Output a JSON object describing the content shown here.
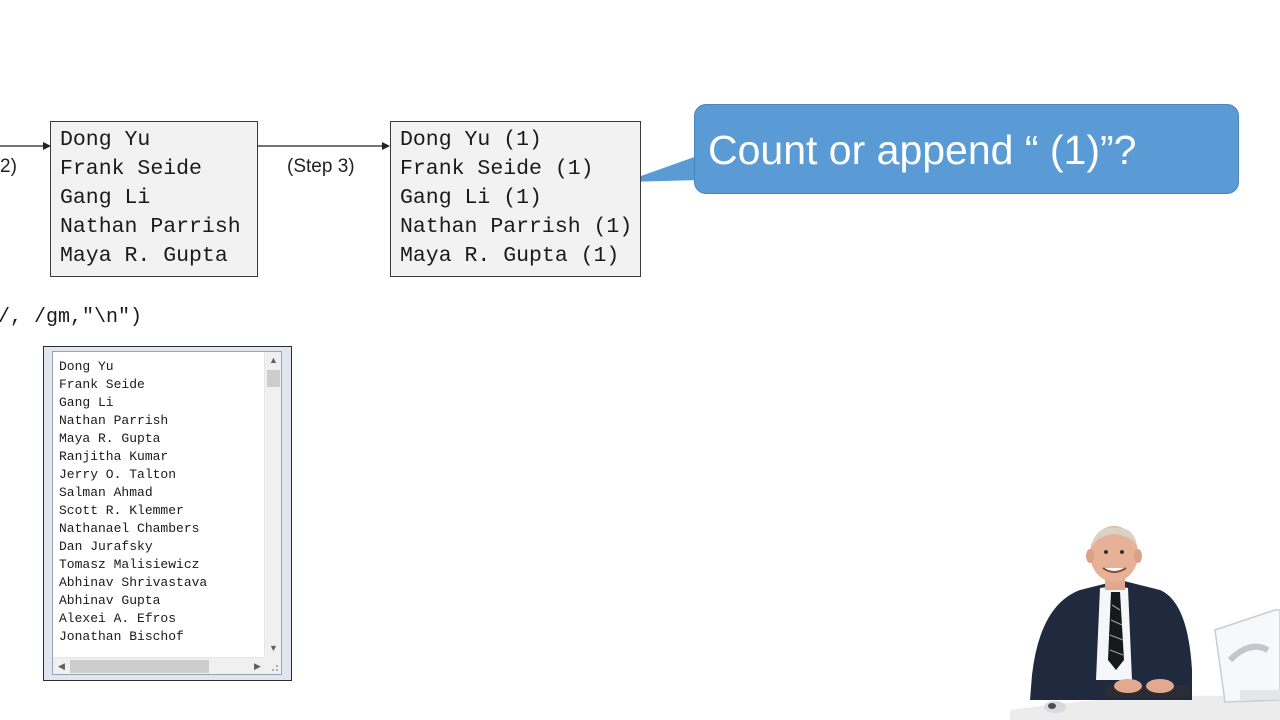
{
  "step2_label": "2)",
  "step3_label": "(Step 3)",
  "box_names": {
    "lines": [
      "Dong Yu",
      "Frank Seide",
      "Gang Li",
      "Nathan Parrish",
      "Maya R. Gupta"
    ]
  },
  "box_counted": {
    "lines": [
      "Dong Yu (1)",
      "Frank Seide (1)",
      "Gang Li (1)",
      "Nathan Parrish (1)",
      "Maya R. Gupta (1)"
    ]
  },
  "callout": {
    "text": "Count or append “ (1)”?",
    "color": "#5b9bd5"
  },
  "code_line": "/, /gm,\"\\n\")",
  "listbox": {
    "items": [
      "Dong Yu",
      "Frank Seide",
      "Gang Li",
      "Nathan Parrish",
      "Maya R. Gupta",
      "Ranjitha Kumar",
      "Jerry O. Talton",
      "Salman Ahmad",
      "Scott R. Klemmer",
      "Nathanael Chambers",
      "Dan Jurafsky",
      "Tomasz Malisiewicz",
      "Abhinav Shrivastava",
      "Abhinav Gupta",
      "Alexei A. Efros",
      "Jonathan Bischof"
    ],
    "scroll_up_icon": "chevron-up-icon",
    "scroll_down_icon": "chevron-down-icon",
    "scroll_left_icon": "chevron-left-icon",
    "scroll_right_icon": "chevron-right-icon"
  },
  "photo": {
    "description_icon": "businessman-at-computer-photo"
  }
}
